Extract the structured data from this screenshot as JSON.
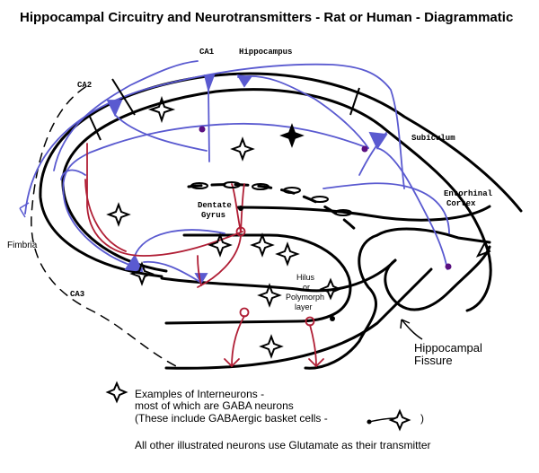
{
  "title": "Hippocampal Circuitry and Neurotransmitters - Rat or Human - Diagrammatic",
  "labels": {
    "ca1": "CA1",
    "hippocampus": "Hippocampus",
    "ca2": "CA2",
    "subiculum": "Subiculum",
    "entorhinal_line1": "Entorhinal",
    "entorhinal_line2": "Cortex",
    "dentate_line1": "Dentate",
    "dentate_line2": "Gyrus",
    "fimbria": "Fimbria",
    "ca3": "CA3",
    "hilus_line1": "Hilus",
    "hilus_line2": "or",
    "hilus_line3": "Polymorph",
    "hilus_line4": "layer",
    "fissure_line1": "Hippocampal",
    "fissure_line2": "Fissure"
  },
  "legend": {
    "interneuron_line1": "Examples of Interneurons -",
    "interneuron_line2": "most of which are GABA neurons",
    "interneuron_line3a": "(These include GABAergic basket cells -",
    "interneuron_line3b": ")",
    "glutamate_note": "All other illustrated neurons use Glutamate as their transmitter"
  },
  "colors": {
    "outline": "#000000",
    "glutamate_pyramidal": "#5a5ad0",
    "dentate_red": "#b01e35",
    "cell_body": "#5a1080"
  },
  "icons": {
    "interneuron": "four-point-star-icon",
    "basket_cell": "basket-cell-icon"
  }
}
